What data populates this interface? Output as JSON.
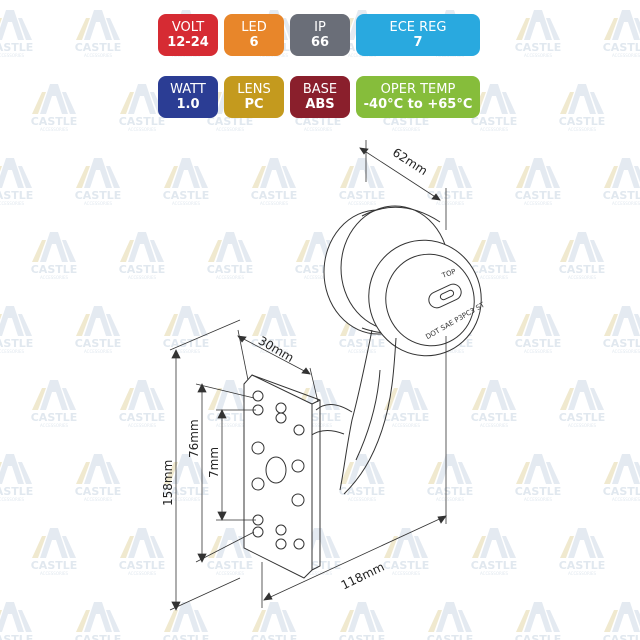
{
  "badges": [
    {
      "id": "volt",
      "label": "VOLT",
      "value": "12-24",
      "color": "#d62b33"
    },
    {
      "id": "led",
      "label": "LED",
      "value": "6",
      "color": "#e8862a"
    },
    {
      "id": "ip",
      "label": "IP",
      "value": "66",
      "color": "#6a6e78"
    },
    {
      "id": "ece",
      "label": "ECE REG",
      "value": "7",
      "color": "#29a9df"
    },
    {
      "id": "watt",
      "label": "WATT",
      "value": "1.0",
      "color": "#2b3d94"
    },
    {
      "id": "lens",
      "label": "LENS",
      "value": "PC",
      "color": "#c49a1e"
    },
    {
      "id": "base",
      "label": "BASE",
      "value": "ABS",
      "color": "#8a1f2c"
    },
    {
      "id": "temp",
      "label": "OPER TEMP",
      "value": "-40°C to +65°C",
      "color": "#86bd3b"
    }
  ],
  "dimensions": {
    "depth": "62mm",
    "plate_width": "30mm",
    "hole_spacing_outer": "76mm",
    "hole_spacing_inner": "7mm",
    "height": "158mm",
    "length": "118mm"
  },
  "lens_text": {
    "top": "TOP",
    "marks": "DOT SAE P3PC3 ST"
  },
  "watermark": {
    "line1": "CASTLE",
    "line2": "ACCESSORIES"
  }
}
